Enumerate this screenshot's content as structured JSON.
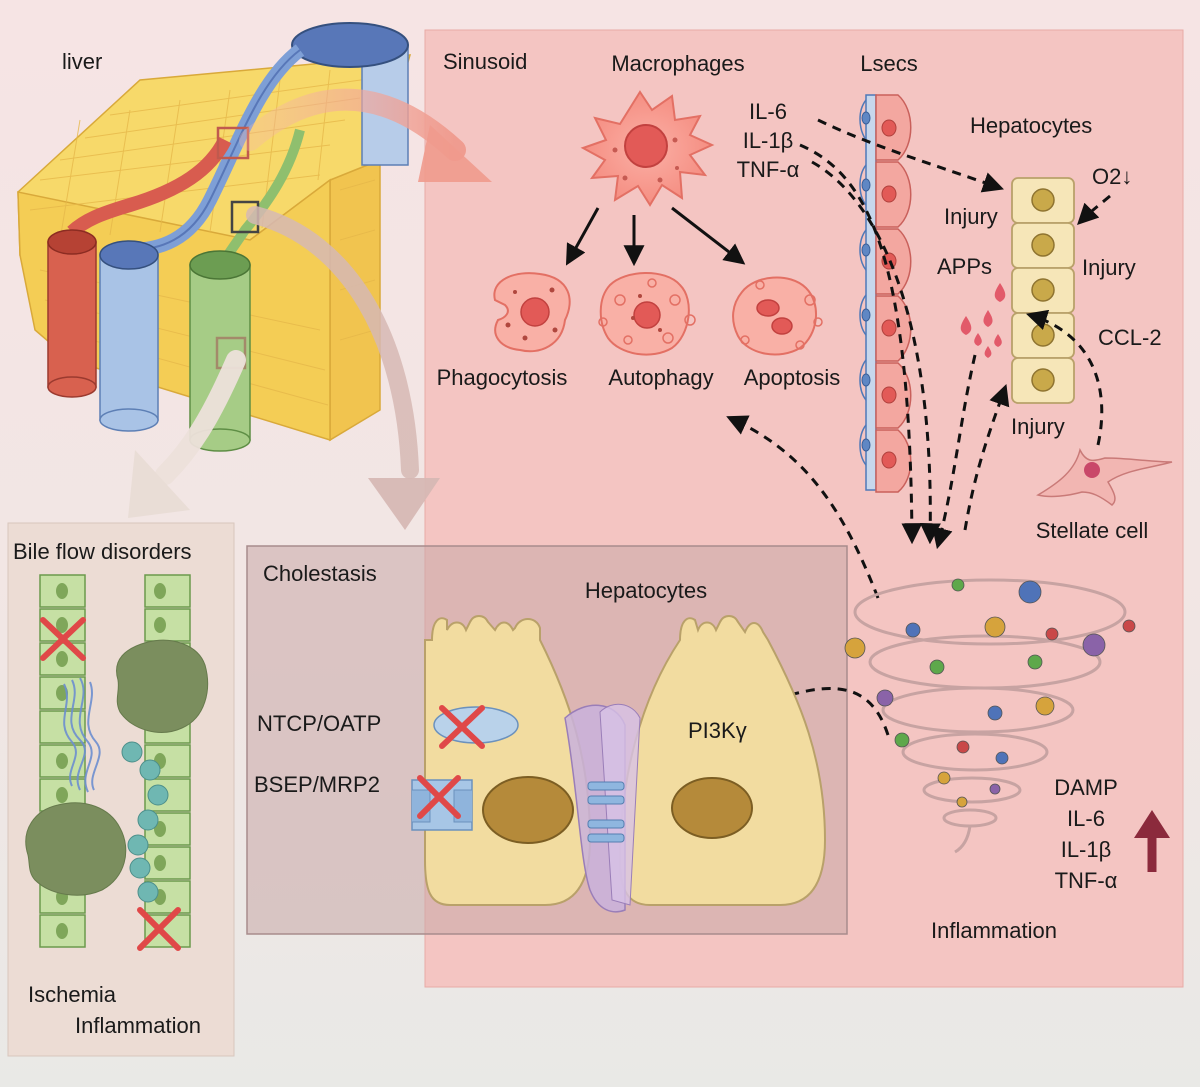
{
  "liver": {
    "title": "liver"
  },
  "sinusoid": {
    "title": "Sinusoid",
    "macrophages_label": "Macrophages",
    "lsecs_label": "Lsecs",
    "hepatocytes_label": "Hepatocytes",
    "cytokines": [
      "IL-6",
      "IL-1β",
      "TNF-α"
    ],
    "fates": [
      "Phagocytosis",
      "Autophagy",
      "Apoptosis"
    ],
    "injury_top": "Injury",
    "o2_label": "O2↓",
    "apps_label": "APPs",
    "injury_right": "Injury",
    "ccl2_label": "CCL-2",
    "injury_bottom": "Injury",
    "stellate_label": "Stellate cell"
  },
  "inflammation": {
    "damp_items": [
      "DAMP",
      "IL-6",
      "IL-1β",
      "TNF-α"
    ],
    "label": "Inflammation",
    "arrow_color": "#8b2a3c"
  },
  "bile": {
    "title": "Bile flow disorders",
    "causes": [
      "Ischemia",
      "Inflammation"
    ]
  },
  "cholestasis": {
    "title": "Cholestasis",
    "hepatocytes_label": "Hepatocytes",
    "transporter_1": "NTCP/OATP",
    "transporter_2": "BSEP/MRP2",
    "pi3k_label": "PI3Kγ"
  },
  "colors": {
    "sinusoid_bg": "#f4c5c2",
    "hepatocyte_fill": "#f2dca0",
    "portal_red": "#d85c4f",
    "portal_blue": "#7aa6dc",
    "bile_green": "#8fbf6e",
    "block_x": "#e04848"
  }
}
